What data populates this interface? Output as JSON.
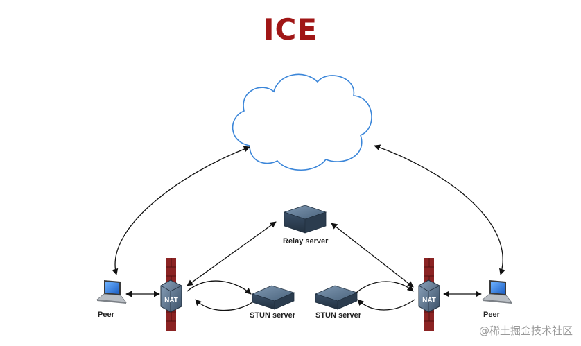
{
  "title": "ICE",
  "nodes": {
    "peer_left": "Peer",
    "peer_right": "Peer",
    "relay_server": "Relay server",
    "stun_left": "STUN server",
    "stun_right": "STUN server",
    "nat_left": "NAT",
    "nat_right": "NAT"
  },
  "watermark": "@稀土掘金技术社区",
  "colors": {
    "title": "#a01616",
    "cloud_stroke": "#3b86d9",
    "firewall": "#8b2323",
    "server": "#3e566e"
  }
}
